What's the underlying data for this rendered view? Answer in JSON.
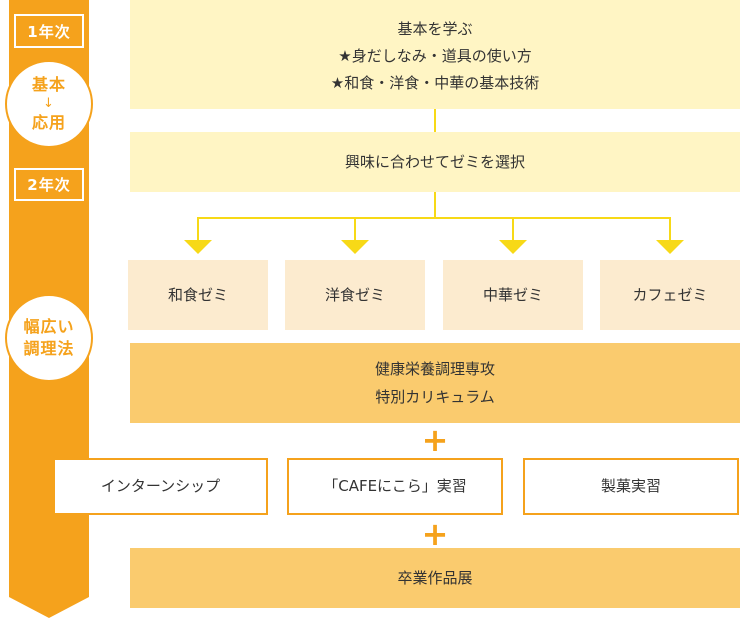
{
  "timeline": {
    "year1": "1年次",
    "stage1": {
      "line1": "基本",
      "arrow": "↓",
      "line2": "応用"
    },
    "year2": "2年次",
    "stage2": {
      "line1": "幅広い",
      "line2": "調理法"
    }
  },
  "basics": {
    "title": "基本を学ぶ",
    "items": [
      "★身だしなみ・道具の使い方",
      "★和食・洋食・中華の基本技術"
    ]
  },
  "seminar_select": "興味に合わせてゼミを選択",
  "seminars": [
    "和食ゼミ",
    "洋食ゼミ",
    "中華ゼミ",
    "カフェゼミ"
  ],
  "special_curriculum": {
    "line1": "健康栄養調理専攻",
    "line2": "特別カリキュラム"
  },
  "plus_signs": [
    "+",
    "+"
  ],
  "practicums": [
    "インターンシップ",
    "「CAFEにこら」実習",
    "製菓実習"
  ],
  "graduation": "卒業作品展",
  "colors": {
    "accent_orange": "#F5A21C",
    "light_yellow": "#FFF5C4",
    "peach": "#FCEBCF",
    "band_orange": "#FACB6E",
    "connector_yellow": "#F7D917",
    "text": "#333333"
  }
}
